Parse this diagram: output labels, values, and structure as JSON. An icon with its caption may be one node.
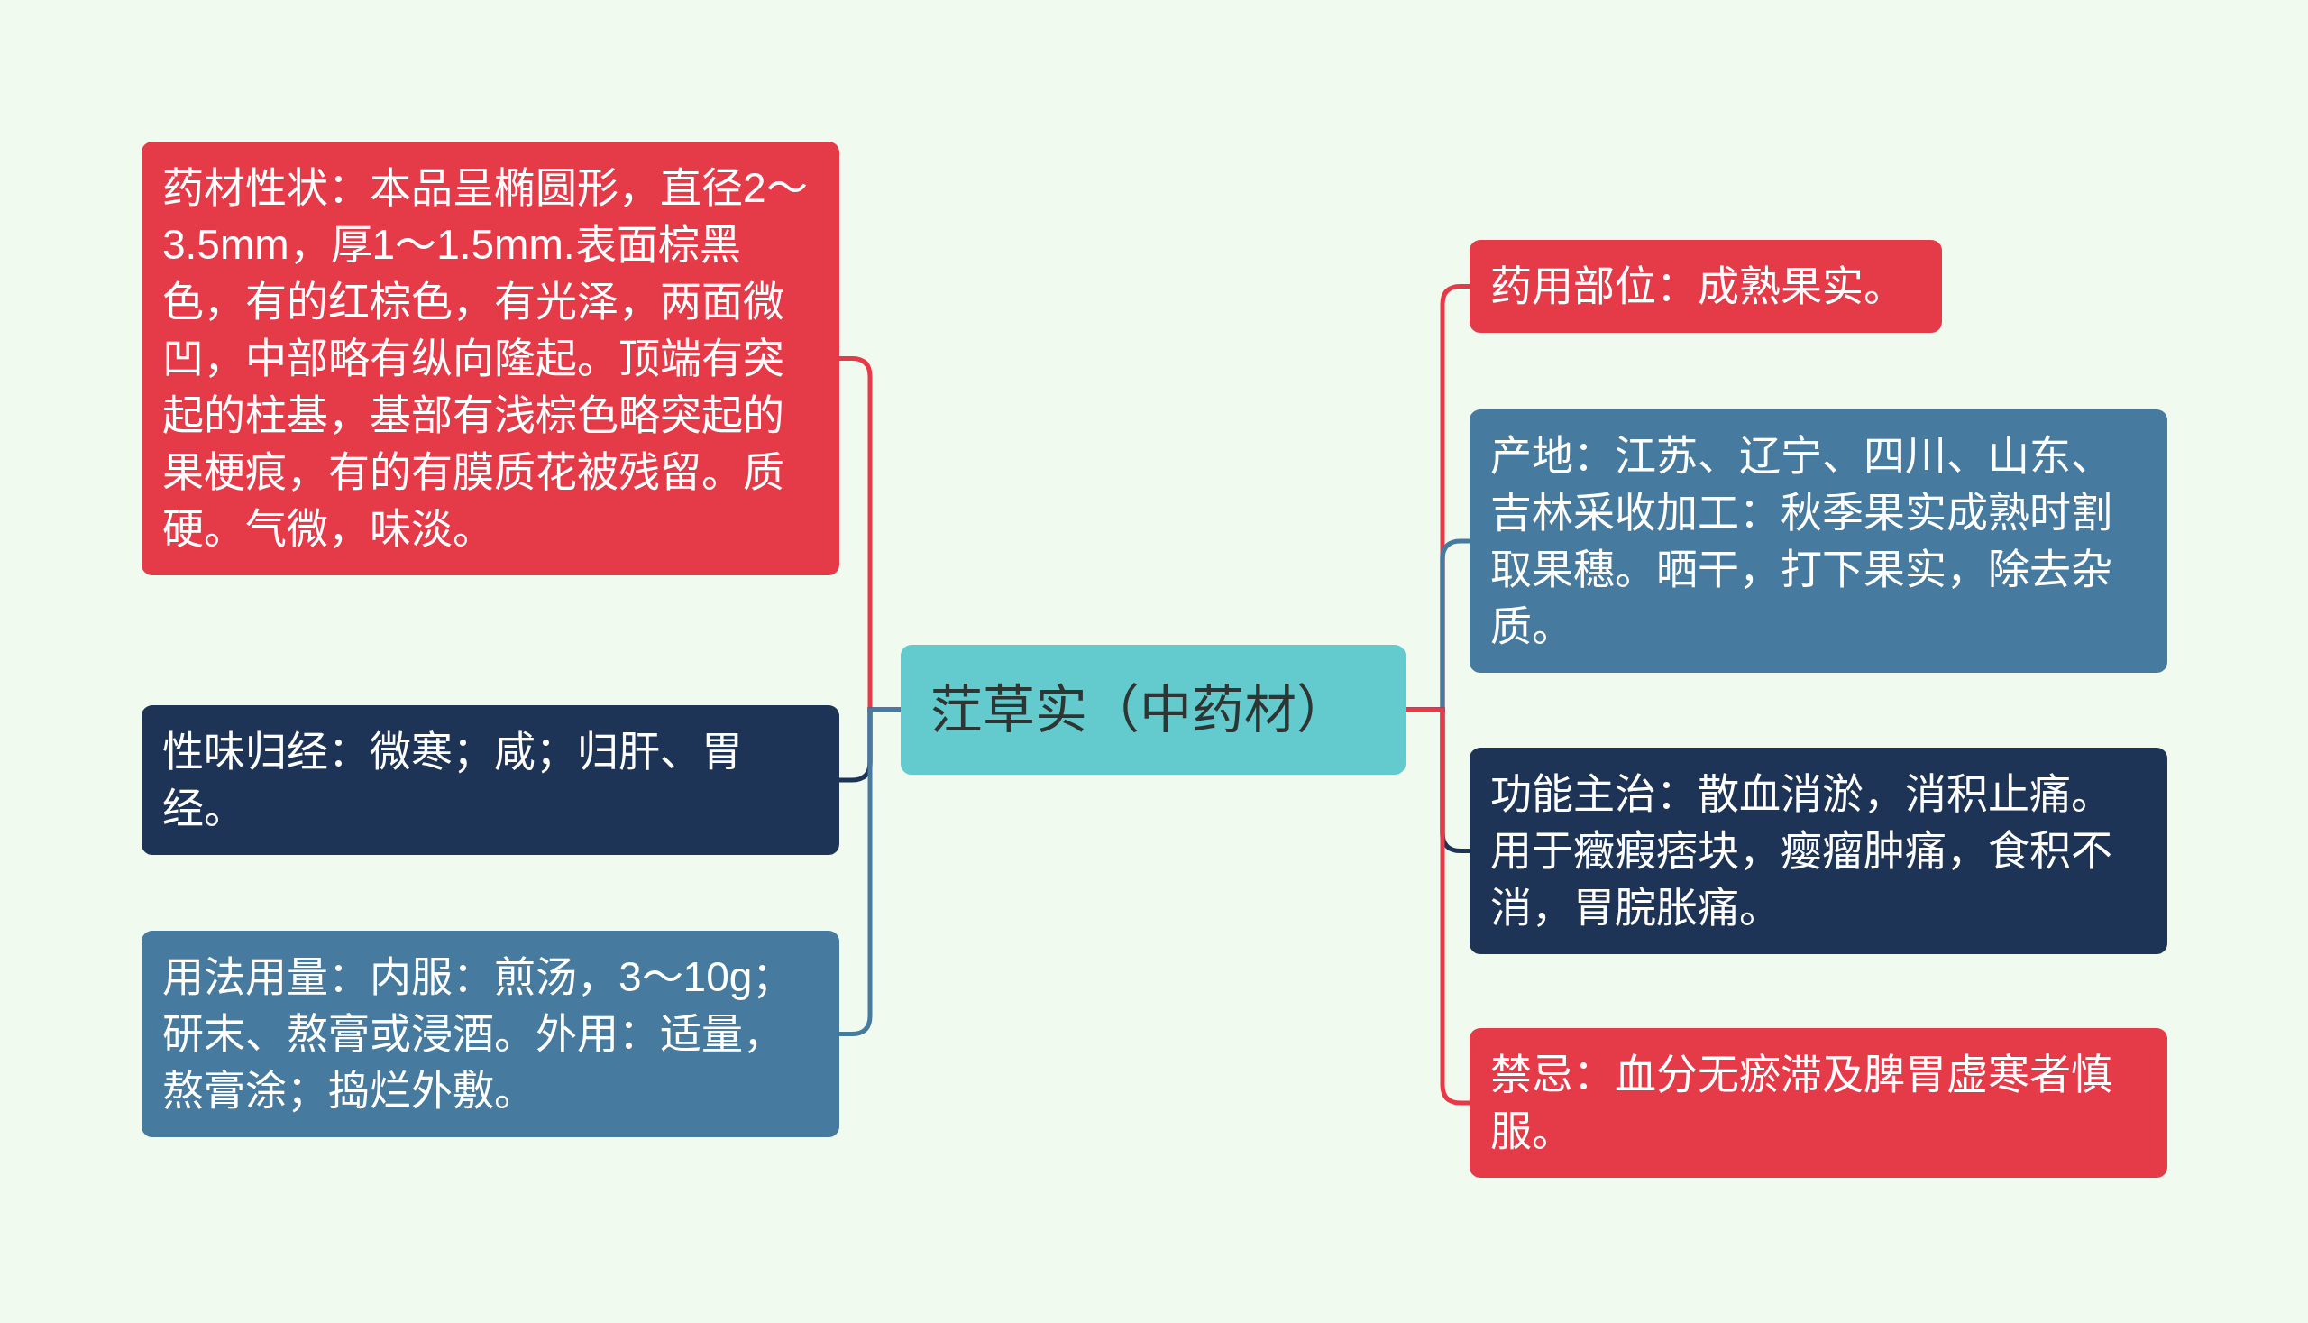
{
  "diagram": {
    "nodes": [
      {
        "text": [
          "茳草实（中药材）"
        ]
      },
      {
        "text": [
          "药材性状：本品呈椭圆形，直径2～3.5mm，厚1～1.5mm.表面棕黑色，有的红棕色，有光泽，两面微凹，中部略有纵向隆起。顶端有突起的柱基，基部有浅棕色略突起的果梗痕，有的有膜质花被残留。质硬。气微，味淡。"
        ]
      },
      {
        "text": [
          "性味归经：微寒；咸；归肝、胃经。"
        ]
      },
      {
        "text": [
          "用法用量：内服：煎汤，3～10g；研末、熬膏或浸酒。外用：适量，熬膏涂；捣烂外敷。"
        ]
      },
      {
        "text": [
          "药用部位：成熟果实。"
        ]
      },
      {
        "text": [
          "产地：江苏、辽宁、四川、山东、吉林采收加工：秋季果实成熟时割取果穗。晒干，打下果实，除去杂质。"
        ]
      },
      {
        "text": [
          "功能主治：散血消淤，消积止痛。用于癥瘕痞块，瘿瘤肿痛，食积不消，胃脘胀痛。"
        ]
      },
      {
        "text": [
          "禁忌：血分无瘀滞及脾胃虚寒者慎服。"
        ]
      }
    ],
    "edges": [
      {
        "from": 0,
        "to": 1,
        "arrow": "none",
        "color": "#e53a47"
      },
      {
        "from": 0,
        "to": 2,
        "arrow": "none",
        "color": "#1e3457"
      },
      {
        "from": 0,
        "to": 3,
        "arrow": "none",
        "color": "#467a9e"
      },
      {
        "from": 0,
        "to": 4,
        "arrow": "none",
        "color": "#e53a47"
      },
      {
        "from": 0,
        "to": 5,
        "arrow": "none",
        "color": "#467a9e"
      },
      {
        "from": 0,
        "to": 6,
        "arrow": "none",
        "color": "#1e3457"
      },
      {
        "from": 0,
        "to": 7,
        "arrow": "none",
        "color": "#e53a47"
      }
    ]
  }
}
